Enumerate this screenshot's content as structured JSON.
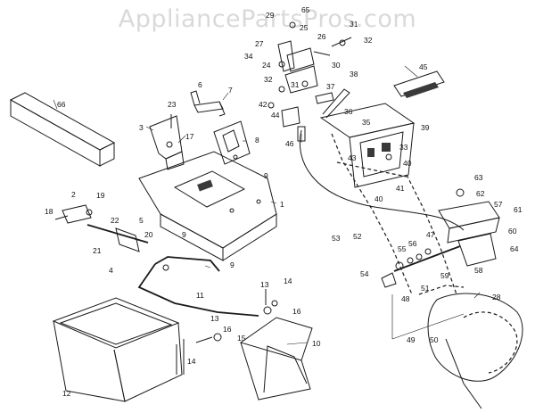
{
  "watermark": "AppliancePartsPros.com",
  "callouts": [
    "1",
    "2",
    "3",
    "4",
    "5",
    "6",
    "7",
    "8",
    "9",
    "9",
    "9",
    "10",
    "11",
    "12",
    "13",
    "13",
    "14",
    "14",
    "15",
    "16",
    "16",
    "17",
    "18",
    "19",
    "20",
    "21",
    "22",
    "23",
    "24",
    "25",
    "26",
    "27",
    "28",
    "29",
    "30",
    "31",
    "31",
    "32",
    "32",
    "33",
    "34",
    "35",
    "36",
    "37",
    "38",
    "39",
    "40",
    "40",
    "41",
    "42",
    "43",
    "44",
    "45",
    "46",
    "47",
    "48",
    "49",
    "50",
    "51",
    "52",
    "53",
    "54",
    "55",
    "56",
    "57",
    "58",
    "59",
    "60",
    "61",
    "62",
    "63",
    "64",
    "65",
    "66"
  ]
}
